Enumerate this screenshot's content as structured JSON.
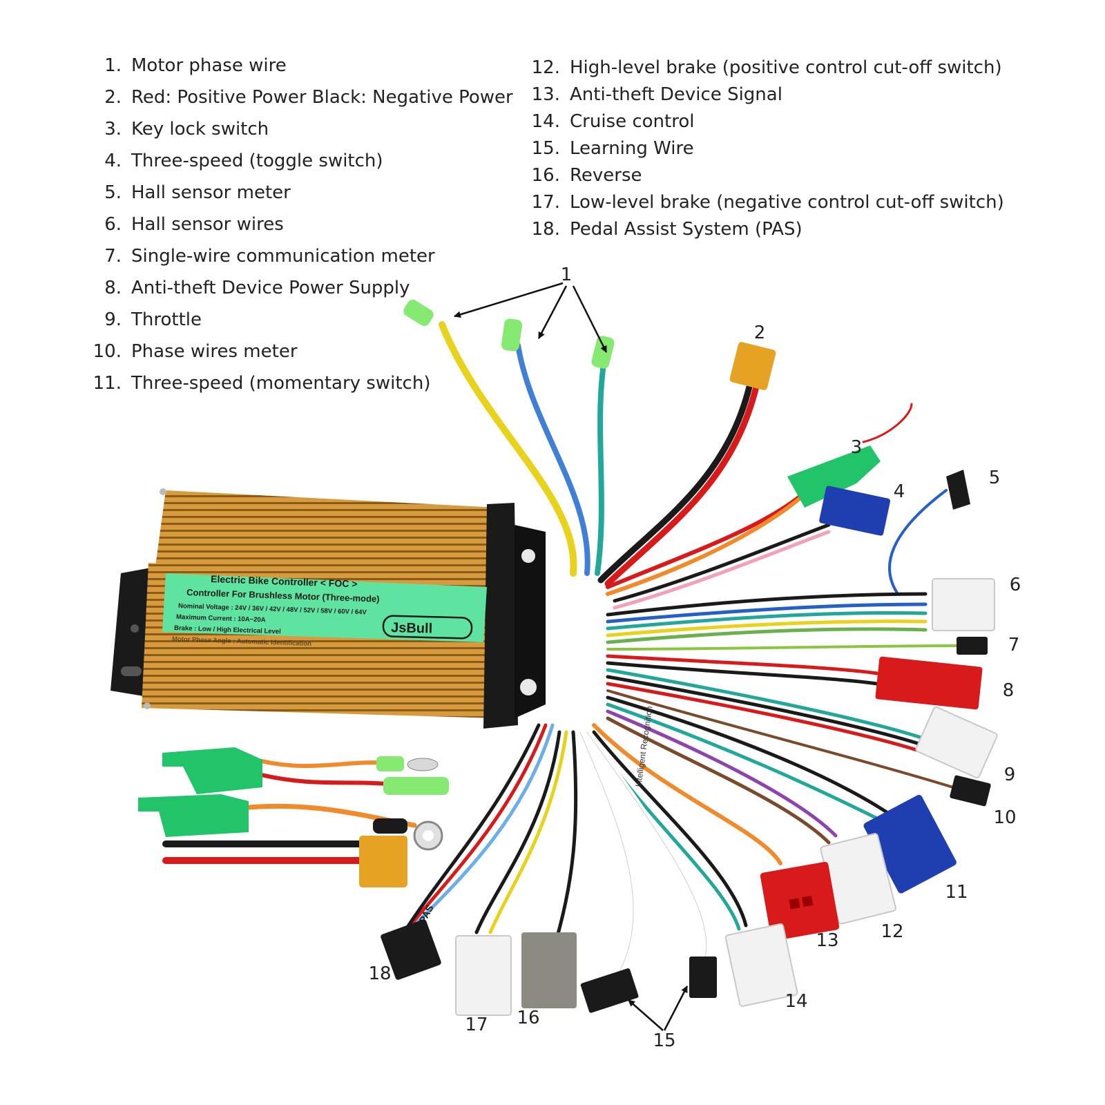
{
  "legend_left": [
    {
      "num": "1.",
      "text": "Motor phase wire"
    },
    {
      "num": "2.",
      "text": "Red: Positive Power  Black: Negative Power"
    },
    {
      "num": "3.",
      "text": "Key lock switch"
    },
    {
      "num": "4.",
      "text": "Three-speed (toggle switch)"
    },
    {
      "num": "5.",
      "text": "Hall sensor meter"
    },
    {
      "num": "6.",
      "text": "Hall sensor wires"
    },
    {
      "num": "7.",
      "text": "Single-wire communication meter"
    },
    {
      "num": "8.",
      "text": "Anti-theft Device Power Supply"
    },
    {
      "num": "9.",
      "text": "Throttle"
    },
    {
      "num": "10.",
      "text": "Phase wires meter"
    },
    {
      "num": "11.",
      "text": "Three-speed (momentary switch)"
    }
  ],
  "legend_right": [
    {
      "num": "12.",
      "text": "High-level brake (positive control cut-off switch)"
    },
    {
      "num": "13.",
      "text": "Anti-theft Device Signal"
    },
    {
      "num": "14.",
      "text": "Cruise control"
    },
    {
      "num": "15.",
      "text": "Learning Wire"
    },
    {
      "num": "16.",
      "text": "Reverse"
    },
    {
      "num": "17.",
      "text": "Low-level brake (negative control cut-off switch)"
    },
    {
      "num": "18.",
      "text": "Pedal Assist System (PAS)"
    }
  ],
  "callouts": [
    "1",
    "2",
    "3",
    "4",
    "5",
    "6",
    "7",
    "8",
    "9",
    "10",
    "11",
    "12",
    "13",
    "14",
    "15",
    "16",
    "17",
    "18"
  ],
  "controller_label": {
    "line1": "Electric  Bike  Controller  < FOC >",
    "line2": "Controller For Brushless Motor  (Three-mode)",
    "line3": "Nominal Voltage :  24V / 36V / 42V / 48V / 52V / 58V / 60V / 64V",
    "line4": "Maximum Current :  10A~20A",
    "line5": "Brake : Low / High Electrical Level",
    "line6": "Motor Phase Angle : Automatic Identification",
    "brand": "JsBull"
  },
  "wire_tags": {
    "pas": "PAS",
    "intelligent": "Intelligent Recognition"
  },
  "colors": {
    "housing": "#d79a3c",
    "label_green": "#5fe3a0",
    "connector_green": "#22c46a",
    "connector_blue": "#1f3fb0",
    "connector_red": "#d81a1a",
    "connector_white": "#f2f2f2",
    "connector_black": "#1a1a1a",
    "connector_orange": "#e6a323"
  }
}
